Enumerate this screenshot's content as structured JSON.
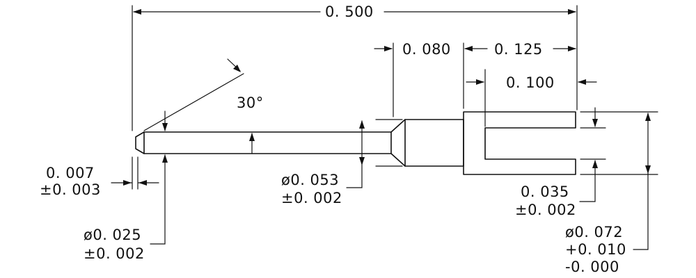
{
  "dimensions": {
    "overall_length": "0. 500",
    "collar_length": "0. 080",
    "fork_length": "0. 125",
    "slot_depth": "0. 100",
    "chamfer_angle": "30°",
    "tip_chamfer": "0. 007",
    "tip_chamfer_tol": "±0. 003",
    "pin_diameter": "ø0. 025",
    "pin_diameter_tol": "±0. 002",
    "collar_diameter": "ø0. 053",
    "collar_diameter_tol": "±0. 002",
    "slot_width": "0. 035",
    "slot_width_tol": "±0. 002",
    "fork_diameter": "ø0. 072",
    "fork_diameter_tol_plus": "+0. 010",
    "fork_diameter_tol_minus": "-0. 000"
  },
  "colors": {
    "ink": "#111111",
    "paper": "#ffffff"
  }
}
